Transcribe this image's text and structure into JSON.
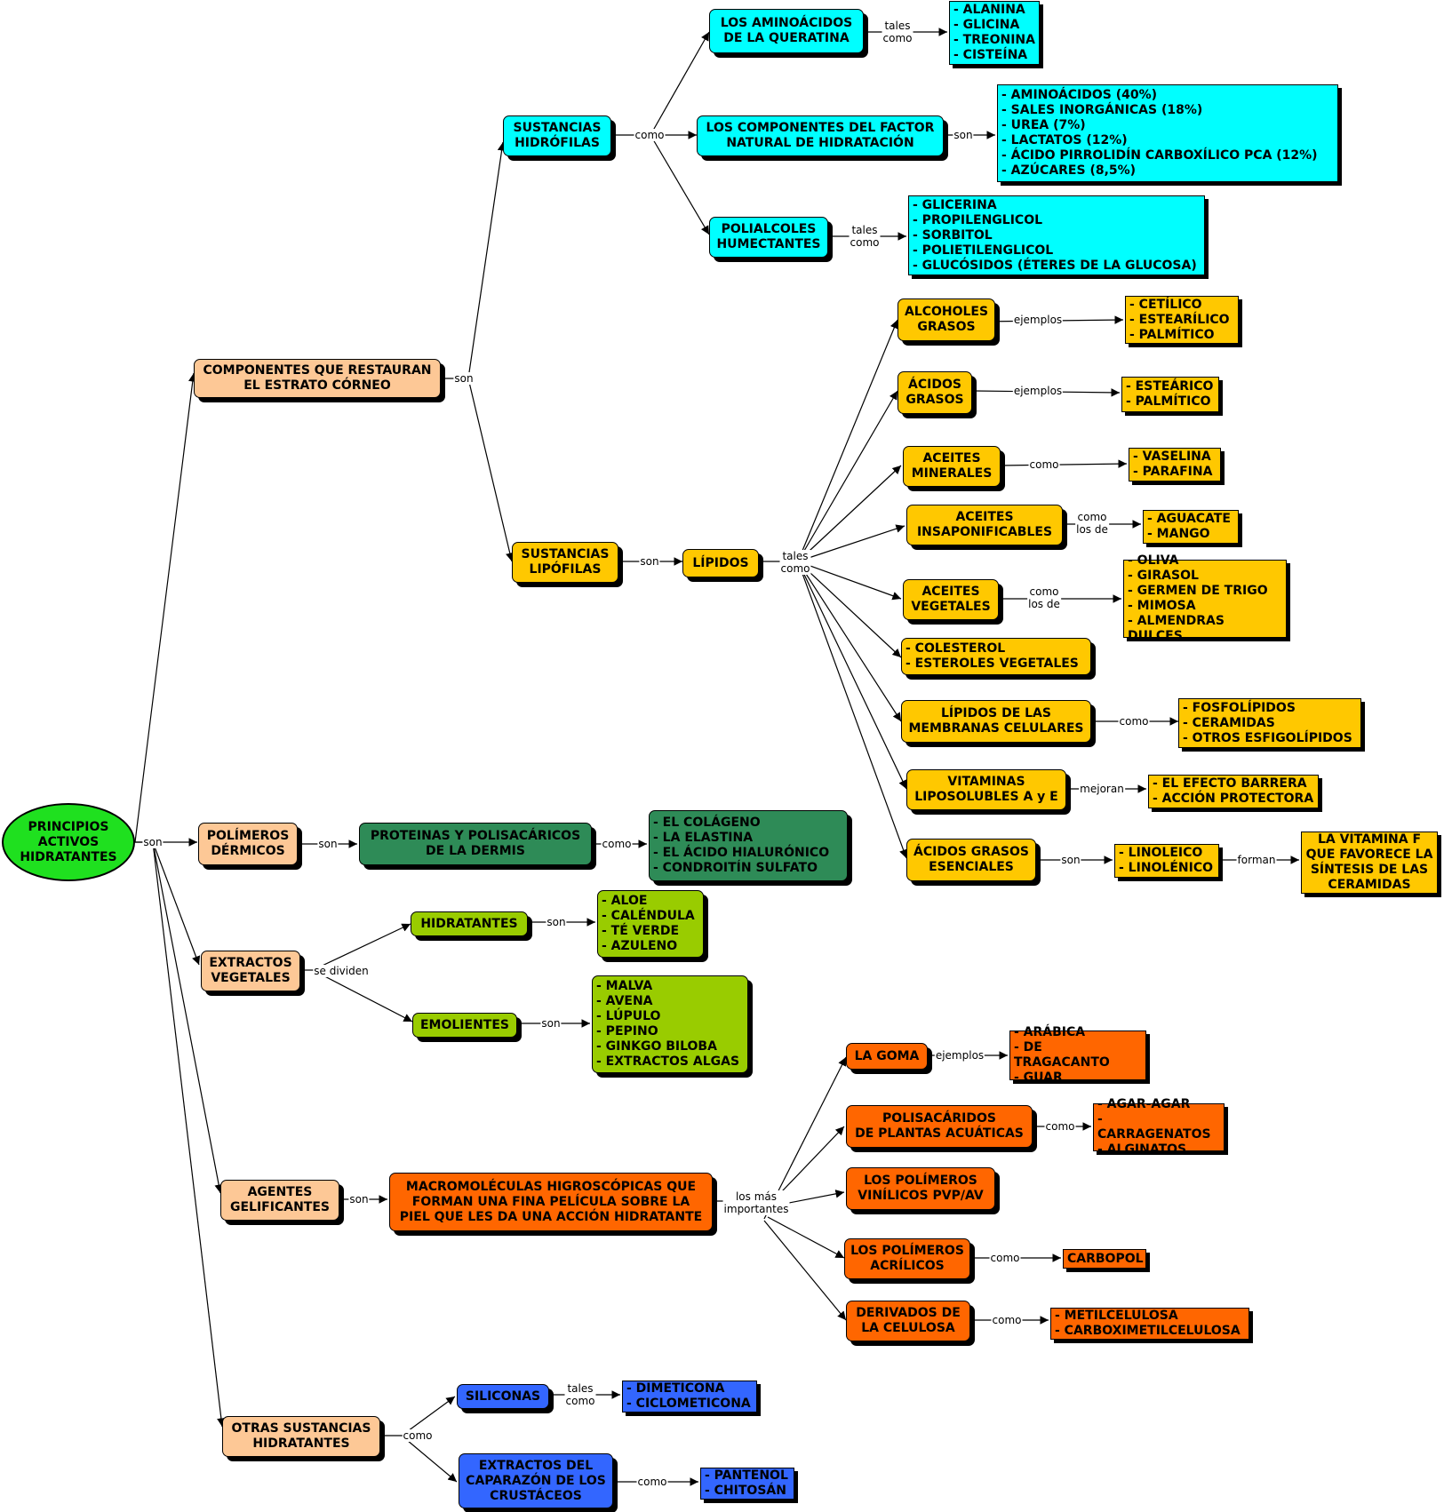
{
  "colors": {
    "root": "#1fe01f",
    "peach": "#fdc896",
    "cyan": "#00ffff",
    "yellow": "#ffc800",
    "green_dark": "#2e8b57",
    "lime": "#99cc00",
    "orange": "#ff6600",
    "blue": "#3366ff",
    "white_list": "#ffffff"
  },
  "nodes": {
    "root": "PRINCIPIOS\nACTIVOS\nHIDRATANTES",
    "componentes": "COMPONENTES QUE RESTAURAN\nEL ESTRATO CÓRNEO",
    "polimeros": "POLÍMEROS\nDÉRMICOS",
    "extractos": "EXTRACTOS\nVEGETALES",
    "agentes": "AGENTES\nGELIFICANTES",
    "otras": "OTRAS SUSTANCIAS\nHIDRATANTES",
    "hidrofilas": "SUSTANCIAS\nHIDRÓFILAS",
    "lipofilas": "SUSTANCIAS\nLIPÓFILAS",
    "aminoacidos": "LOS AMINOÁCIDOS\nDE LA QUERATINA",
    "aminoacidos_list": "- ALANINA\n- GLICINA\n- TREONINA\n- CISTEÍNA",
    "factor": "LOS COMPONENTES DEL FACTOR\nNATURAL DE HIDRATACIÓN",
    "factor_list": "- AMINOÁCIDOS (40%)\n- SALES INORGÁNICAS (18%)\n- UREA (7%)\n- LACTATOS (12%)\n- ÁCIDO PIRROLIDÍN CARBOXÍLICO PCA (12%)\n- AZÚCARES (8,5%)",
    "polialcoles": "POLIALCOLES\nHUMECTANTES",
    "polialcoles_list": "- GLICERINA\n- PROPILENGLICOL\n- SORBITOL\n- POLIETILENGLICOL\n- GLUCÓSIDOS (ÉTERES DE LA GLUCOSA)",
    "lipidos": "LÍPIDOS",
    "alcoholes": "ALCOHOLES\nGRASOS",
    "alcoholes_list": "- CETÍLICO\n- ESTEARÍLICO\n- PALMÍTICO",
    "acidos": "ÁCIDOS\nGRASOS",
    "acidos_list": "- ESTEÁRICO\n- PALMÍTICO",
    "minerales": "ACEITES\nMINERALES",
    "minerales_list": "- VASELINA\n- PARAFINA",
    "insaponificables": "ACEITES\nINSAPONIFICABLES",
    "insaponificables_list": "- AGUACATE\n- MANGO",
    "vegetales": "ACEITES\nVEGETALES",
    "vegetales_list": "- OLIVA\n- GIRASOL\n- GERMEN DE TRIGO\n- MIMOSA\n- ALMENDRAS DULCES",
    "colesterol": "- COLESTEROL\n- ESTEROLES VEGETALES",
    "membranas": "LÍPIDOS DE LAS\nMEMBRANAS CELULARES",
    "membranas_list": "- FOSFOLÍPIDOS\n- CERAMIDAS\n- OTROS ESFIGOLÍPIDOS",
    "vitaminas": "VITAMINAS\nLIPOSOLUBLES A y E",
    "vitaminas_list": "- EL EFECTO BARRERA\n- ACCIÓN PROTECTORA",
    "esenciales": "ÁCIDOS GRASOS\nESENCIALES",
    "esenciales_list": "- LINOLEICO\n- LINOLÉNICO",
    "vitamina_f": "LA VITAMINA F\nQUE FAVORECE LA\nSÍNTESIS DE LAS\nCERAMIDAS",
    "proteinas": "PROTEINAS Y POLISACÁRICOS\nDE LA DERMIS",
    "proteinas_list": "- EL COLÁGENO\n- LA ELASTINA\n- EL ÁCIDO HIALURÓNICO\n- CONDROITÍN SULFATO",
    "hidratantes": "HIDRATANTES",
    "hidratantes_list": "- ALOE\n- CALÉNDULA\n- TÉ VERDE\n- AZULENO",
    "emolientes": "EMOLIENTES",
    "emolientes_list": "- MALVA\n- AVENA\n- LÚPULO\n- PEPINO\n- GINKGO BILOBA\n- EXTRACTOS ALGAS",
    "macromoleculas": "MACROMOLÉCULAS HIGROSCÓPICAS QUE\nFORMAN UNA FINA PELÍCULA SOBRE LA\nPIEL QUE LES DA UNA ACCIÓN HIDRATANTE",
    "goma": "LA GOMA",
    "goma_list": "- ARÁBICA\n- DE TRAGACANTO\n- GUAR",
    "polisacaridos": "POLISACÁRIDOS\nDE PLANTAS ACUÁTICAS",
    "polisacaridos_list": "- AGAR-AGAR\n- CARRAGENATOS\n- ALGINATOS",
    "vinilicos": "LOS POLÍMEROS\nVINÍLICOS PVP/AV",
    "acrilicos": "LOS POLÍMEROS\nACRÍLICOS",
    "carbopol": "CARBOPOL",
    "celulosa": "DERIVADOS DE\nLA CELULOSA",
    "celulosa_list": "- METILCELULOSA\n- CARBOXIMETILCELULOSA",
    "siliconas": "SILICONAS",
    "siliconas_list": "- DIMETICONA\n- CICLOMETICONA",
    "crustaceos": "EXTRACTOS DEL\nCAPARAZÓN DE LOS\nCRUSTÁCEOS",
    "crustaceos_list": "- PANTENOL\n- CHITOSÁN"
  },
  "links": {
    "root_son": "son",
    "componentes_son": "son",
    "hidrofilas_como": "como",
    "aminoacidos_tales": "tales\ncomo",
    "factor_son": "son",
    "polialcoles_tales": "tales\ncomo",
    "lipofilas_son": "son",
    "lipidos_tales": "tales\ncomo",
    "alcoholes_ej": "ejemplos",
    "acidos_ej": "ejemplos",
    "minerales_como": "como",
    "insap_como": "como\nlos de",
    "vegetales_como": "como\nlos de",
    "membranas_como": "como",
    "vitaminas_mejoran": "mejoran",
    "esenciales_son": "son",
    "esenciales_forman": "forman",
    "polimeros_son": "son",
    "proteinas_como": "como",
    "extractos_dividen": "se dividen",
    "hidratantes_son": "son",
    "emolientes_son": "son",
    "agentes_son": "son",
    "macro_importantes": "los más\nimportantes",
    "goma_ej": "ejemplos",
    "polisac_como": "como",
    "acrilicos_como": "como",
    "celulosa_como": "como",
    "otras_como": "como",
    "siliconas_tales": "tales\ncomo",
    "crustaceos_como": "como"
  }
}
